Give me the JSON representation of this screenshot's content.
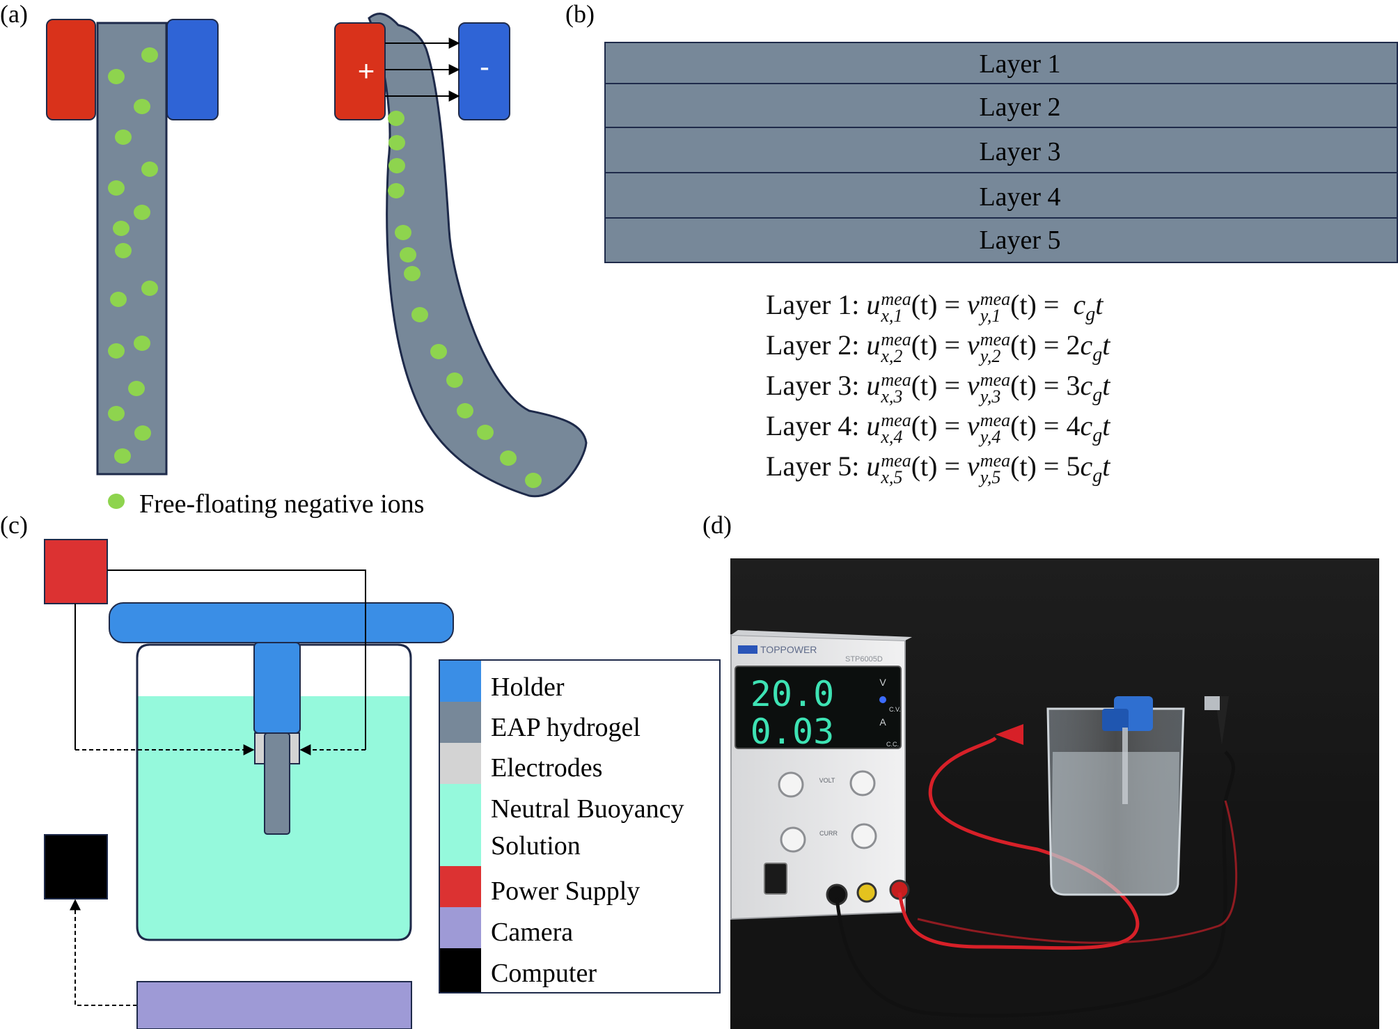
{
  "panels": {
    "a": {
      "label": "(a)",
      "plus_sign": "+",
      "minus_sign": "-",
      "legend_text": "Free-floating negative ions"
    },
    "b": {
      "label": "(b)",
      "layers": [
        "Layer 1",
        "Layer 2",
        "Layer 3",
        "Layer 4",
        "Layer 5"
      ],
      "equations": [
        {
          "prefix": "Layer 1:",
          "u": "u",
          "v": "v",
          "sup": "mea",
          "sub_u": "x,1",
          "sub_v": "y,1",
          "t": "(t)",
          "eq": "=",
          "rhs": "c",
          "rhs_sub": "g",
          "rhs_t": "t",
          "coef": ""
        },
        {
          "prefix": "Layer 2:",
          "u": "u",
          "v": "v",
          "sup": "mea",
          "sub_u": "x,2",
          "sub_v": "y,2",
          "t": "(t)",
          "eq": "=",
          "rhs": "c",
          "rhs_sub": "g",
          "rhs_t": "t",
          "coef": "2"
        },
        {
          "prefix": "Layer 3:",
          "u": "u",
          "v": "v",
          "sup": "mea",
          "sub_u": "x,3",
          "sub_v": "y,3",
          "t": "(t)",
          "eq": "=",
          "rhs": "c",
          "rhs_sub": "g",
          "rhs_t": "t",
          "coef": "3"
        },
        {
          "prefix": "Layer 4:",
          "u": "u",
          "v": "v",
          "sup": "mea",
          "sub_u": "x,4",
          "sub_v": "y,4",
          "t": "(t)",
          "eq": "=",
          "rhs": "c",
          "rhs_sub": "g",
          "rhs_t": "t",
          "coef": "4"
        },
        {
          "prefix": "Layer 5:",
          "u": "u",
          "v": "v",
          "sup": "mea",
          "sub_u": "x,5",
          "sub_v": "y,5",
          "t": "(t)",
          "eq": "=",
          "rhs": "c",
          "rhs_sub": "g",
          "rhs_t": "t",
          "coef": "5"
        }
      ]
    },
    "c": {
      "label": "(c)",
      "legend": [
        {
          "name": "Holder",
          "color": "#3a8ee6"
        },
        {
          "name": "EAP hydrogel",
          "color": "#778899"
        },
        {
          "name": "Electrodes",
          "color": "#d3d3d3"
        },
        {
          "name": "Neutral Buoyancy",
          "name2": "Solution",
          "color": "#95f9dc"
        },
        {
          "name": "Power Supply",
          "color": "#dc3232"
        },
        {
          "name": "Camera",
          "color": "#9e9ad6"
        },
        {
          "name": "Computer",
          "color": "#000000"
        }
      ]
    },
    "d": {
      "label": "(d)",
      "brand": "TOPPOWER",
      "model": "STP6005D",
      "volt_display": "20.0",
      "amp_display": "0.03",
      "volt_unit": "V",
      "amp_unit": "A",
      "cv_label": "C.V.",
      "cc_label": "C.C.",
      "volt_knob": "VOLT",
      "curr_knob": "CURR"
    }
  },
  "colors": {
    "positive_electrode": "#d9321b",
    "negative_electrode": "#2f64d6",
    "hydrogel": "#778899",
    "ion": "#8ed44e",
    "layer_fill": "#778899"
  }
}
